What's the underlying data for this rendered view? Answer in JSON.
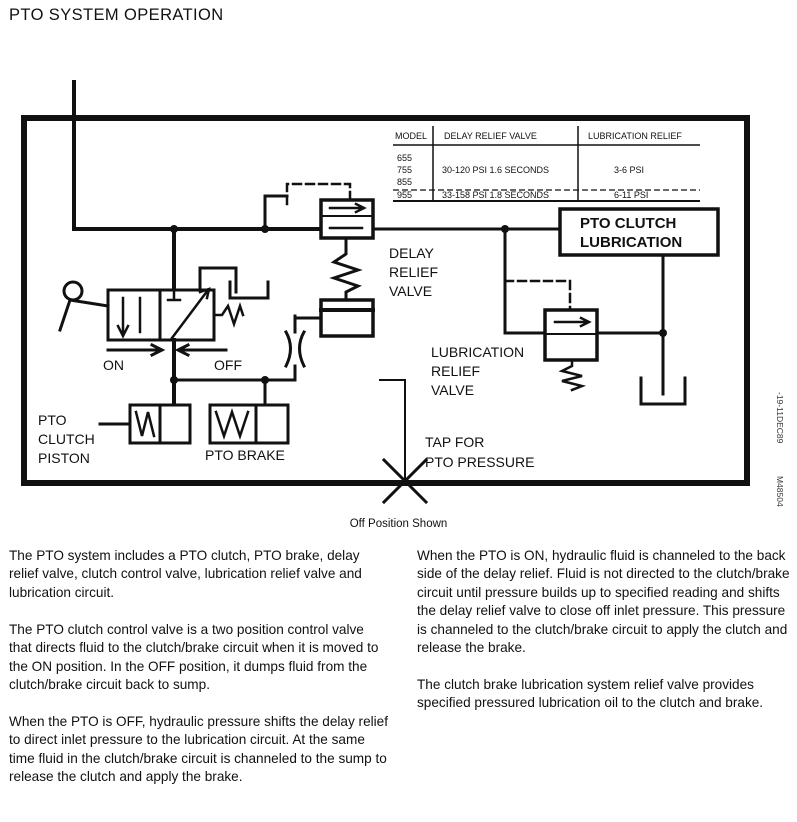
{
  "page_title": "PTO SYSTEM OPERATION",
  "table": {
    "headers": [
      "MODEL",
      "DELAY RELIEF VALVE",
      "LUBRICATION RELIEF"
    ],
    "rows": [
      {
        "models": [
          "655",
          "755",
          "855"
        ],
        "delay": "30-120 PSI  1.6 SECONDS",
        "lube": "3-6  PSI"
      },
      {
        "models": [
          "955"
        ],
        "delay": "33-158 PSI  1.8 SECONDS",
        "lube": "6-11 PSI"
      }
    ]
  },
  "labels": {
    "lube_box_line1": "PTO CLUTCH",
    "lube_box_line2": "LUBRICATION",
    "delay_line1": "DELAY",
    "delay_line2": "RELIEF",
    "delay_line3": "VALVE",
    "lube_relief_line1": "LUBRICATION",
    "lube_relief_line2": "RELIEF",
    "lube_relief_line3": "VALVE",
    "on": "ON",
    "off": "OFF",
    "pto_line1": "PTO",
    "pto_line2": "CLUTCH",
    "pto_line3": "PISTON",
    "pto_brake": "PTO BRAKE",
    "tap_line1": "TAP FOR",
    "tap_line2": "PTO PRESSURE"
  },
  "caption": "Off Position Shown",
  "side_codes": [
    "-19-11DEC89",
    "M48504"
  ],
  "paragraphs_left": [
    "The PTO system includes a PTO clutch, PTO brake, delay relief valve, clutch control valve, lubrication relief valve and lubrication circuit.",
    "The PTO clutch control valve is a two position control valve that directs fluid to the clutch/brake circuit when it is moved to the ON position. In the OFF position, it dumps fluid from the clutch/brake circuit back to sump.",
    "When the PTO is OFF, hydraulic pressure shifts the delay relief to direct inlet pressure to the lubrication circuit. At the same time fluid in the clutch/brake circuit is channeled to the sump to release the clutch and apply the brake."
  ],
  "paragraphs_right": [
    "When the PTO is ON, hydraulic fluid is channeled to the back side of the delay relief. Fluid is not directed to the clutch/brake circuit until pressure builds up to specified reading and shifts the delay relief valve to close off inlet pressure. This pressure is channeled to the clutch/brake circuit to apply the clutch and release the brake.",
    "The clutch brake lubrication system relief valve provides specified pressured lubrication oil to the clutch and brake."
  ]
}
